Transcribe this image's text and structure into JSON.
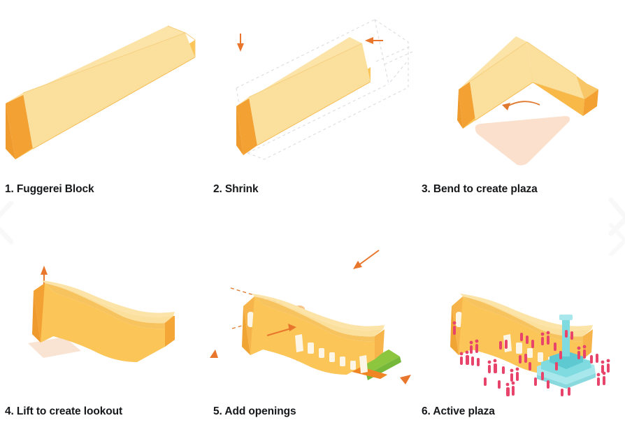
{
  "figure": {
    "kind": "architectural-massing-sequence",
    "background_color": "#ffffff",
    "columns": 3,
    "rows": 2,
    "total_steps": 6
  },
  "palette": {
    "roof_light": "#fbe0a0",
    "roof_light_2": "#fadf9b",
    "wall_mid": "#fbc45c",
    "wall_front": "#fcc558",
    "gable_dark": "#f6a833",
    "gable_darker": "#f2992b",
    "edge_shadow": "#f0ae3e",
    "plaza_peach": "#fae0cd",
    "plaza_peach_soft": "#f9e3d3",
    "arrow_orange": "#e8762c",
    "arrow_orange_2": "#e07a2f",
    "guide_gray": "#d9d9de",
    "arcade_orange": "#f08c2e",
    "green_wedge": "#7dc242",
    "green_wedge_2": "#8cc63f",
    "window_white": "#fdf6e6",
    "figure_crimson": "#e8436a",
    "figure_crimson_2": "#e03a5f",
    "fountain_cyan": "#7fdbe0",
    "fountain_cyan_light": "#a8e8ec",
    "fountain_cyan_dark": "#5ec9d1",
    "caption_text": "#17181a",
    "watermark_gray": "#f4f4f6"
  },
  "steps": [
    {
      "number": "1",
      "caption": "1. Fuggerei Block",
      "title": "Fuggerei Block",
      "description": "Single long isometric bar with gabled roof profile"
    },
    {
      "number": "2",
      "caption": "2. Shrink",
      "title": "Shrink",
      "description": "Reduced bar with dashed ghost outline of original volume",
      "annotations": [
        "down-arrow",
        "left-arrow",
        "dashed-ghost-outline"
      ]
    },
    {
      "number": "3",
      "caption": "3. Bend to create plaza",
      "title": "Bend to create plaza",
      "description": "Bar bent into L shape framing a plaza surface",
      "annotations": [
        "curved-rotation-arrow",
        "plaza-surface"
      ]
    },
    {
      "number": "4",
      "caption": "4. Lift to create lookout",
      "title": "Lift to create lookout",
      "description": "Bent bar with one end raised to form a lookout",
      "annotations": [
        "up-arrow",
        "plaza-surface"
      ]
    },
    {
      "number": "5",
      "caption": "5. Add openings",
      "title": "Add openings",
      "description": "Facade openings, arcade, ramp and green edge added",
      "annotations": [
        "sightline-rays",
        "eye-icon",
        "push-arrows",
        "green-wedge",
        "arcade-band"
      ]
    },
    {
      "number": "6",
      "caption": "6. Active plaza",
      "title": "Active plaza",
      "description": "Plaza populated with people and a central fountain",
      "annotations": [
        "people-figures",
        "fountain"
      ]
    }
  ]
}
